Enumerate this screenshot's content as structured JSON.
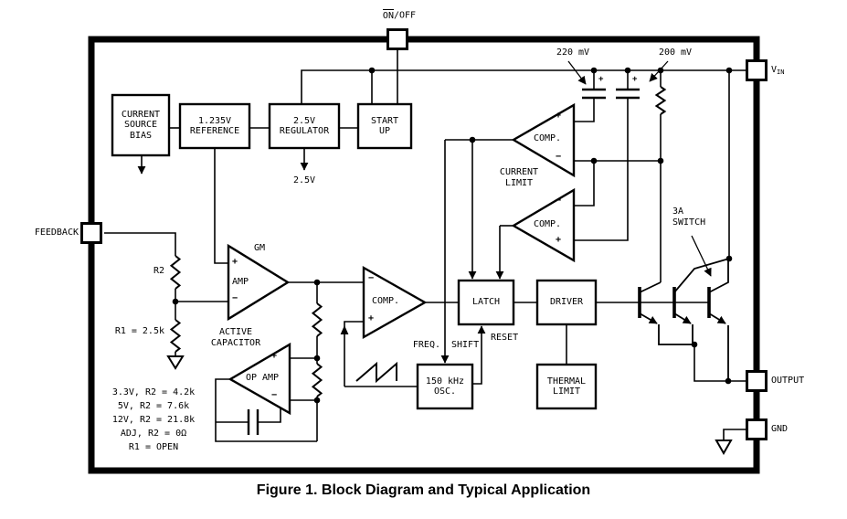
{
  "figure": {
    "caption": "Figure 1. Block Diagram and Typical Application"
  },
  "pins": {
    "on_off_bar": "ON",
    "on_off_rest": "/OFF",
    "vin_base": "V",
    "vin_sub": "IN",
    "output": "OUTPUT",
    "gnd": "GND",
    "feedback": "FEEDBACK"
  },
  "blocks": {
    "current_source_bias": "CURRENT\nSOURCE\nBIAS",
    "reference": "1.235V\nREFERENCE",
    "regulator": "2.5V\nREGULATOR",
    "startup": "START\nUP",
    "latch": "LATCH",
    "driver": "DRIVER",
    "thermal_limit": "THERMAL\nLIMIT",
    "oscillator": "150 kHz\nOSC."
  },
  "amplifiers": {
    "gm_tag": "GM",
    "gm_name": "AMP",
    "pwm_comparator": "COMP.",
    "limit_comparator_top": "COMP.",
    "limit_comparator_bottom": "COMP.",
    "op_amp": "OP AMP",
    "plus": "+",
    "minus": "−"
  },
  "annotations": {
    "v220": "220 mV",
    "v200": "200 mV",
    "current_limit": "CURRENT\nLIMIT",
    "switch_3a": "3A\nSWITCH",
    "freq": "FREQ.",
    "shift": "SHIFT",
    "reset": "RESET",
    "regulator_output": "2.5V",
    "active_capacitor": "ACTIVE\nCAPACITOR",
    "r2": "R2",
    "r1_value": "R1 = 2.5k"
  },
  "resistor_table": [
    "3.3V, R2 = 4.2k",
    "5V, R2 = 7.6k",
    "12V, R2 = 21.8k",
    "ADJ, R2 = 0Ω",
    "R1 = OPEN"
  ],
  "colors": {
    "line": "#000000",
    "background": "#ffffff"
  }
}
